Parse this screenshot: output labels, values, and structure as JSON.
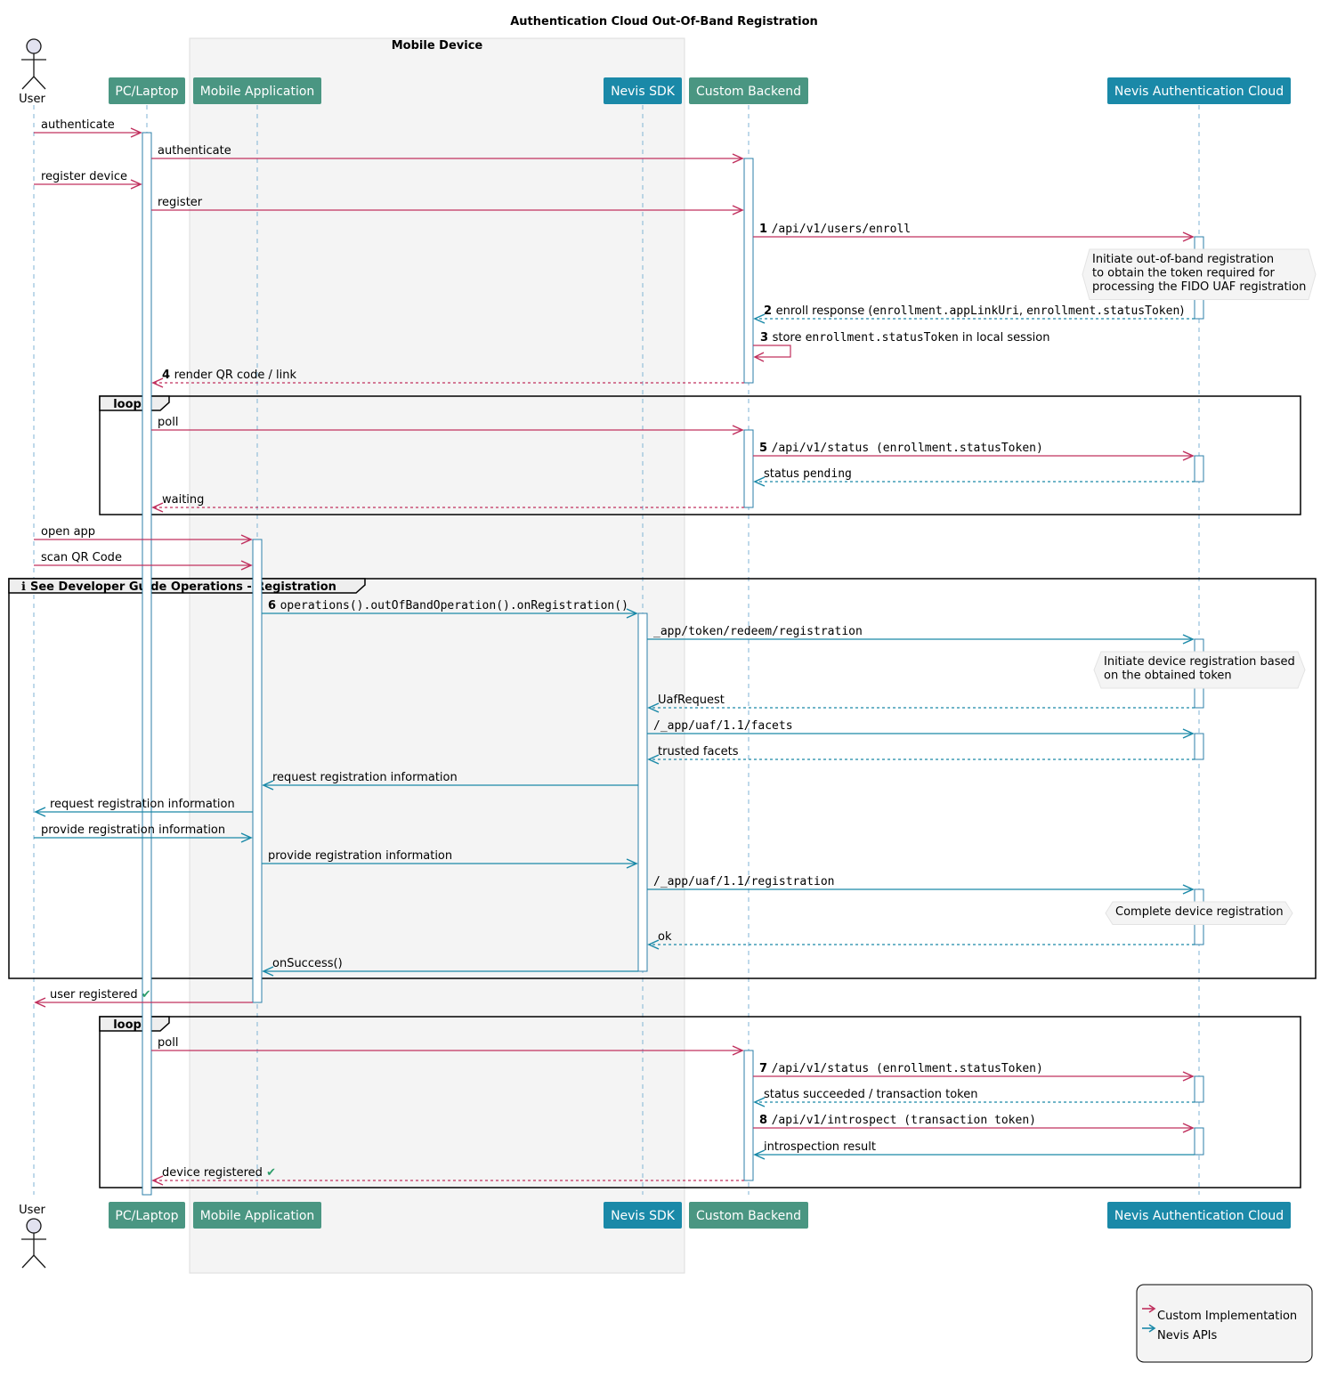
{
  "title": "Authentication Cloud Out-Of-Band Registration",
  "box": {
    "label": "Mobile Device"
  },
  "colors": {
    "custom": "#C0305E",
    "nevis": "#1A89A8",
    "participant_custom": "#4A9682",
    "participant_nevis": "#1A89A8",
    "lifeline": "#7FB3D5",
    "activation_stroke": "#2C7FA8",
    "check": "#2E9E6B",
    "info": "#1A89A8"
  },
  "participants": [
    {
      "id": "user",
      "label": "User",
      "kind": "actor"
    },
    {
      "id": "pc",
      "label": "PC/Laptop",
      "kind": "custom"
    },
    {
      "id": "app",
      "label": "Mobile Application",
      "kind": "custom"
    },
    {
      "id": "sdk",
      "label": "Nevis SDK",
      "kind": "nevis"
    },
    {
      "id": "backend",
      "label": "Custom Backend",
      "kind": "custom"
    },
    {
      "id": "cloud",
      "label": "Nevis Authentication Cloud",
      "kind": "nevis"
    }
  ],
  "messages": [
    {
      "from": "user",
      "to": "pc",
      "num": "",
      "parts": [
        [
          "t",
          "authenticate"
        ]
      ],
      "style": "custom"
    },
    {
      "from": "pc",
      "to": "backend",
      "num": "",
      "parts": [
        [
          "t",
          "authenticate"
        ]
      ],
      "style": "custom"
    },
    {
      "from": "user",
      "to": "pc",
      "num": "",
      "parts": [
        [
          "t",
          "register device"
        ]
      ],
      "style": "custom"
    },
    {
      "from": "pc",
      "to": "backend",
      "num": "",
      "parts": [
        [
          "t",
          "register"
        ]
      ],
      "style": "custom"
    },
    {
      "from": "backend",
      "to": "cloud",
      "num": "1",
      "parts": [
        [
          "m",
          "/api/v1/users/enroll"
        ]
      ],
      "style": "custom"
    },
    {
      "from": "cloud",
      "to": "backend",
      "num": "2",
      "parts": [
        [
          "t",
          "enroll response ("
        ],
        [
          "m",
          "enrollment.appLinkUri"
        ],
        [
          "t",
          ", "
        ],
        [
          "m",
          "enrollment.statusToken"
        ],
        [
          "t",
          ")"
        ]
      ],
      "style": "nevis-dashed"
    },
    {
      "from": "backend",
      "to": "backend",
      "num": "3",
      "parts": [
        [
          "t",
          "store "
        ],
        [
          "m",
          "enrollment.statusToken"
        ],
        [
          "t",
          " in local session"
        ]
      ],
      "style": "custom"
    },
    {
      "from": "backend",
      "to": "pc",
      "num": "4",
      "parts": [
        [
          "t",
          "render QR code / link"
        ]
      ],
      "style": "custom-dashed"
    },
    {
      "from": "pc",
      "to": "backend",
      "num": "",
      "parts": [
        [
          "t",
          "poll"
        ]
      ],
      "style": "custom"
    },
    {
      "from": "backend",
      "to": "cloud",
      "num": "5",
      "parts": [
        [
          "m",
          "/api/v1/status (enrollment.statusToken)"
        ]
      ],
      "style": "custom"
    },
    {
      "from": "cloud",
      "to": "backend",
      "num": "",
      "parts": [
        [
          "t",
          "status "
        ],
        [
          "m",
          "pending"
        ]
      ],
      "style": "nevis-dashed"
    },
    {
      "from": "backend",
      "to": "pc",
      "num": "",
      "parts": [
        [
          "t",
          "waiting"
        ]
      ],
      "style": "custom-dashed"
    },
    {
      "from": "user",
      "to": "app",
      "num": "",
      "parts": [
        [
          "t",
          "open app"
        ]
      ],
      "style": "custom"
    },
    {
      "from": "user",
      "to": "app",
      "num": "",
      "parts": [
        [
          "t",
          "scan QR Code"
        ]
      ],
      "style": "custom"
    },
    {
      "from": "app",
      "to": "sdk",
      "num": "6",
      "parts": [
        [
          "m",
          "operations().outOfBandOperation().onRegistration()"
        ]
      ],
      "style": "nevis"
    },
    {
      "from": "sdk",
      "to": "cloud",
      "num": "",
      "parts": [
        [
          "m",
          "_app/token/redeem/registration"
        ]
      ],
      "style": "nevis"
    },
    {
      "from": "cloud",
      "to": "sdk",
      "num": "",
      "parts": [
        [
          "t",
          "UafRequest"
        ]
      ],
      "style": "nevis-dashed"
    },
    {
      "from": "sdk",
      "to": "cloud",
      "num": "",
      "parts": [
        [
          "m",
          "/_app/uaf/1.1/facets"
        ]
      ],
      "style": "nevis"
    },
    {
      "from": "cloud",
      "to": "sdk",
      "num": "",
      "parts": [
        [
          "t",
          "trusted facets"
        ]
      ],
      "style": "nevis-dashed"
    },
    {
      "from": "sdk",
      "to": "app",
      "num": "",
      "parts": [
        [
          "t",
          "request registration information"
        ]
      ],
      "style": "nevis"
    },
    {
      "from": "app",
      "to": "user",
      "num": "",
      "parts": [
        [
          "t",
          "request registration information"
        ]
      ],
      "style": "nevis"
    },
    {
      "from": "user",
      "to": "app",
      "num": "",
      "parts": [
        [
          "t",
          "provide registration information"
        ]
      ],
      "style": "nevis"
    },
    {
      "from": "app",
      "to": "sdk",
      "num": "",
      "parts": [
        [
          "t",
          "provide registration information"
        ]
      ],
      "style": "nevis"
    },
    {
      "from": "sdk",
      "to": "cloud",
      "num": "",
      "parts": [
        [
          "m",
          "/_app/uaf/1.1/registration"
        ]
      ],
      "style": "nevis"
    },
    {
      "from": "cloud",
      "to": "sdk",
      "num": "",
      "parts": [
        [
          "t",
          "ok"
        ]
      ],
      "style": "nevis-dashed"
    },
    {
      "from": "sdk",
      "to": "app",
      "num": "",
      "parts": [
        [
          "t",
          "onSuccess()"
        ]
      ],
      "style": "nevis"
    },
    {
      "from": "app",
      "to": "user",
      "num": "",
      "parts": [
        [
          "t",
          "user registered "
        ],
        [
          "c",
          "✔"
        ]
      ],
      "style": "custom"
    },
    {
      "from": "pc",
      "to": "backend",
      "num": "",
      "parts": [
        [
          "t",
          "poll"
        ]
      ],
      "style": "custom"
    },
    {
      "from": "backend",
      "to": "cloud",
      "num": "7",
      "parts": [
        [
          "m",
          "/api/v1/status (enrollment.statusToken)"
        ]
      ],
      "style": "custom"
    },
    {
      "from": "cloud",
      "to": "backend",
      "num": "",
      "parts": [
        [
          "t",
          "status succeeded / transaction token"
        ]
      ],
      "style": "nevis-dashed"
    },
    {
      "from": "backend",
      "to": "cloud",
      "num": "8",
      "parts": [
        [
          "m",
          "/api/v1/introspect (transaction token)"
        ]
      ],
      "style": "custom"
    },
    {
      "from": "cloud",
      "to": "backend",
      "num": "",
      "parts": [
        [
          "t",
          "introspection result"
        ]
      ],
      "style": "nevis"
    },
    {
      "from": "backend",
      "to": "pc",
      "num": "",
      "parts": [
        [
          "t",
          "device registered "
        ],
        [
          "c",
          "✔"
        ]
      ],
      "style": "custom-dashed"
    }
  ],
  "notes": [
    {
      "lines": [
        "Initiate out-of-band registration",
        "to obtain the token required for",
        "processing the FIDO UAF registration"
      ]
    },
    {
      "lines": [
        "Initiate device registration based",
        "on the obtained token"
      ]
    },
    {
      "lines": [
        "Complete device registration"
      ]
    }
  ],
  "groups": [
    {
      "label": "loop"
    },
    {
      "icon": "ℹ",
      "label": "See Developer Guide Operations - Registration"
    },
    {
      "label": "loop"
    }
  ],
  "legend": [
    {
      "label": "Custom Implementation",
      "color": "custom"
    },
    {
      "label": "Nevis APIs",
      "color": "nevis"
    }
  ]
}
